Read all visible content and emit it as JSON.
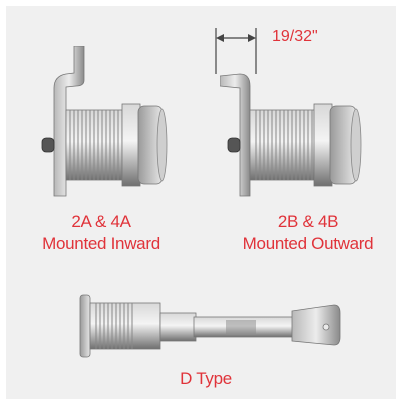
{
  "callouts": {
    "dimension": "19/32\""
  },
  "locks": [
    {
      "id": "inward",
      "caption_line1": "2A & 4A",
      "caption_line2": "Mounted Inward"
    },
    {
      "id": "outward",
      "caption_line1": "2B & 4B",
      "caption_line2": "Mounted Outward"
    },
    {
      "id": "dtype",
      "caption_line1": "D Type"
    }
  ],
  "colors": {
    "caption": "#e0333a",
    "background": "#f0f0f0",
    "dimension_arrows": "#444444"
  }
}
